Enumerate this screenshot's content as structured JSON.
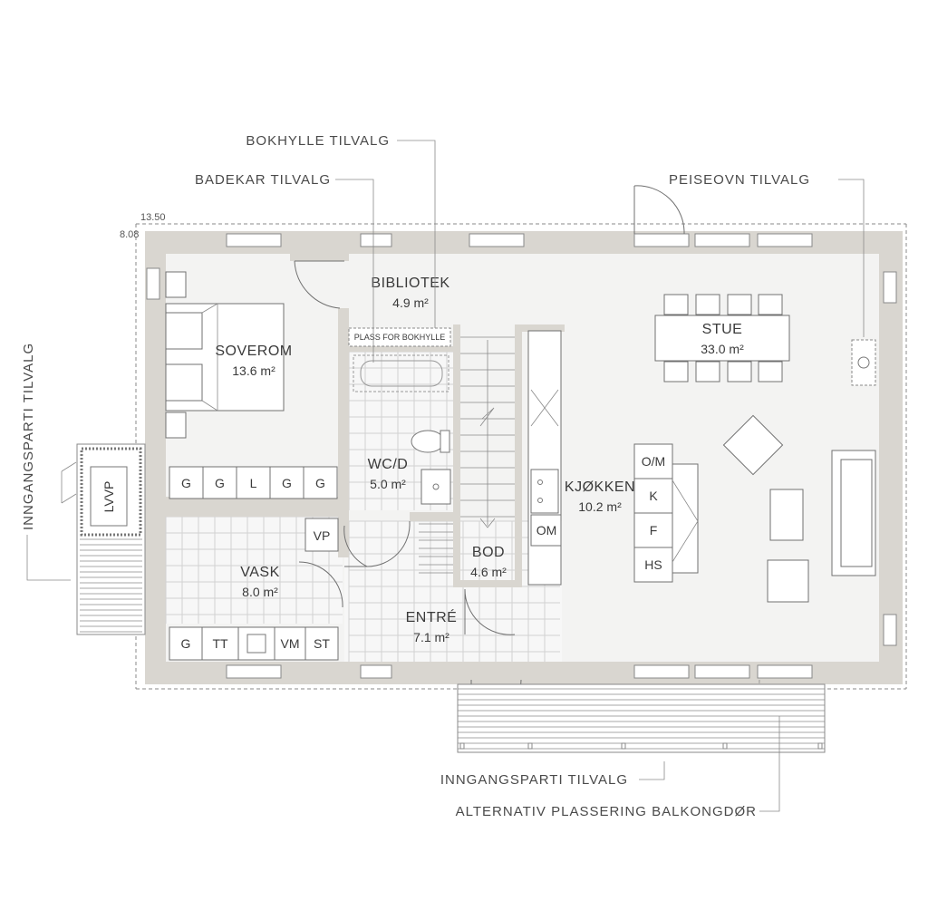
{
  "dimensions": {
    "width_label": "13.50",
    "depth_label": "8.08"
  },
  "rooms": {
    "soverom": {
      "name": "SOVEROM",
      "area": "13.6 m²"
    },
    "bibliotek": {
      "name": "BIBLIOTEK",
      "area": "4.9 m²"
    },
    "stue": {
      "name": "STUE",
      "area": "33.0 m²"
    },
    "wc": {
      "name": "WC/D",
      "area": "5.0 m²"
    },
    "kjokken": {
      "name": "KJØKKEN",
      "area": "10.2 m²"
    },
    "vask": {
      "name": "VASK",
      "area": "8.0 m²"
    },
    "bod": {
      "name": "BOD",
      "area": "4.6 m²"
    },
    "entre": {
      "name": "ENTRÉ",
      "area": "7.1 m²"
    }
  },
  "callouts": {
    "bokhylle": "BOKHYLLE TILVALG",
    "badekar": "BADEKAR TILVALG",
    "peiseovn": "PEISEOVN TILVALG",
    "inngang_side": "INNGANGSPARTI TILVALG",
    "inngang_front": "INNGANGSPARTI TILVALG",
    "balkong": "ALTERNATIV PLASSERING BALKONGDØR"
  },
  "labels": {
    "plass_bokhylle": "PLASS FOR BOKHYLLE",
    "lvvp": "LVVP",
    "vp": "VP",
    "om_kitchen": "OM",
    "wardrobes": [
      "G",
      "G",
      "L",
      "G",
      "G"
    ],
    "laundry": [
      "G",
      "TT",
      "VM",
      "ST"
    ],
    "island": [
      "O/M",
      "K",
      "F",
      "HS"
    ]
  }
}
